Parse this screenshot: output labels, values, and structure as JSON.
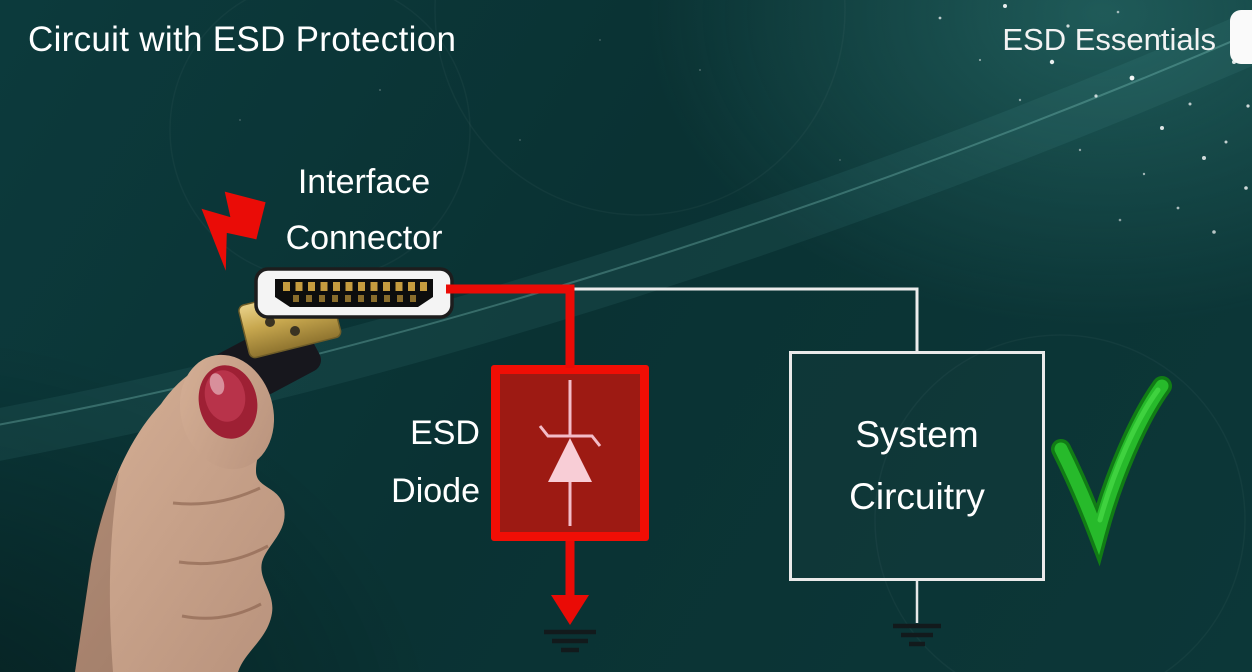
{
  "title": "Circuit with ESD Protection",
  "brand": "ESD Essentials",
  "diagram": {
    "connector_label": {
      "line1": "Interface",
      "line2": "Connector"
    },
    "diode_label": {
      "line1": "ESD",
      "line2": "Diode"
    },
    "system_box": {
      "line1": "System",
      "line2": "Circuitry"
    }
  },
  "icons": {
    "lightning": "esd-strike-lightning-icon",
    "connector": "hdmi-connector-icon",
    "diode_symbol": "zener-diode-symbol",
    "ground": "earth-ground-icon",
    "check": "green-checkmark-icon",
    "photo": "hand-holding-hdmi-cable",
    "logo": "channel-logo-partial"
  },
  "colors": {
    "background": "#0B3536",
    "wire_red": "#EA0B06",
    "wire_white": "#ECECEC",
    "diode_fill": "#9D1A13",
    "diode_border": "#F10E05",
    "diode_symbol_pink": "#F6C2CC",
    "check_green": "#27BA2B",
    "ground_dark": "#121A1C",
    "text": "#FFFFFF"
  }
}
